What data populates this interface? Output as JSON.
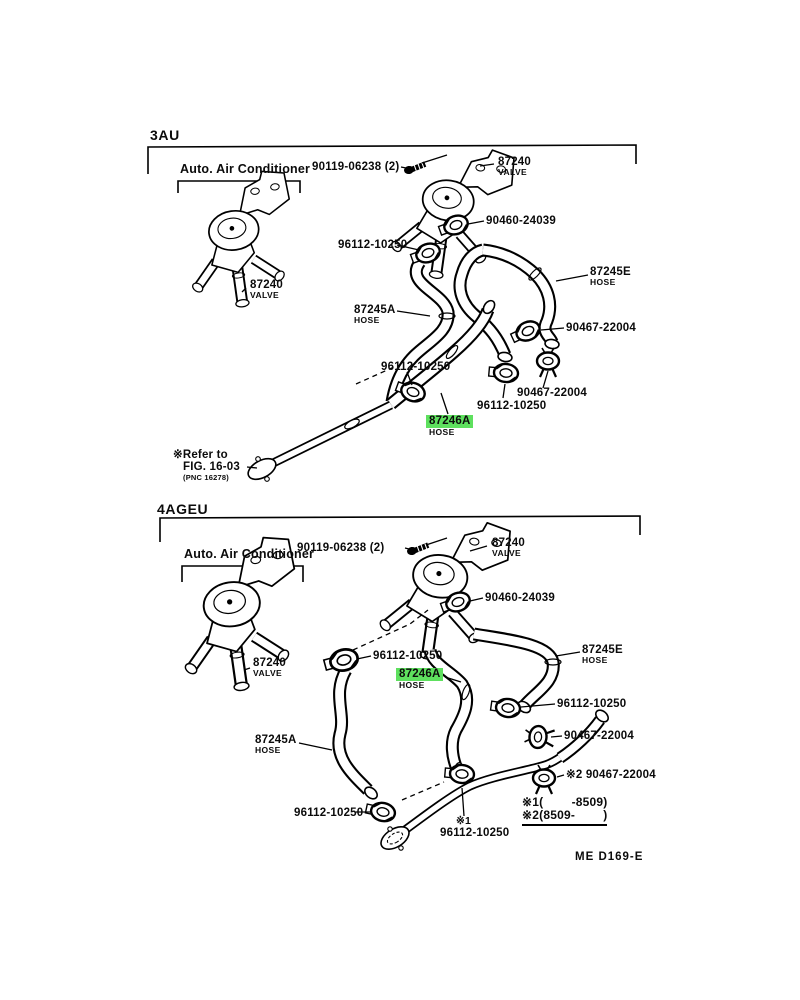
{
  "s3au": {
    "title": "3AU",
    "ac": "Auto. Air Conditioner",
    "bolt": "90119-06238 (2)",
    "valve_l": {
      "no": "87240",
      "sub": "VALVE"
    },
    "valve_r": {
      "no": "87240",
      "sub": "VALVE"
    },
    "clamp_90460": "90460-24039",
    "clamp_96112_top": "96112-10250",
    "hose_e": {
      "no": "87245E",
      "sub": "HOSE"
    },
    "hose_a": {
      "no": "87245A",
      "sub": "HOSE"
    },
    "clamp_90467_mid": "90467-22004",
    "clamp_96112_mid": "96112-10250",
    "clamp_90467_low": "90467-22004",
    "clamp_96112_low": "96112-10250",
    "hose_main": {
      "no": "87246A",
      "sub": "HOSE"
    },
    "refer": {
      "l1": "※Refer to",
      "l2": "FIG. 16-03",
      "l3": "(PNC 16278)"
    }
  },
  "s4ageu": {
    "title": "4AGEU",
    "ac": "Auto. Air Conditioner",
    "bolt": "90119-06238 (2)",
    "valve_l": {
      "no": "87240",
      "sub": "VALVE"
    },
    "valve_r": {
      "no": "87240",
      "sub": "VALVE"
    },
    "clamp_90460": "90460-24039",
    "clamp_96112_left": "96112-10250",
    "hose_main": {
      "no": "87246A",
      "sub": "HOSE"
    },
    "hose_e": {
      "no": "87245E",
      "sub": "HOSE"
    },
    "clamp_96112_right": "96112-10250",
    "clamp_90467_mid": "90467-22004",
    "clamp_90467_low": "※2 90467-22004",
    "hose_a": {
      "no": "87245A",
      "sub": "HOSE"
    },
    "clamp_96112_bottom": "96112-10250",
    "clamp_96112_star": {
      "l1": "※1",
      "l2": "96112-10250"
    },
    "notes": {
      "n1": "※1(        -8509)",
      "n2": "※2(8509-        )"
    }
  },
  "footer": {
    "code": "ME  D169-E"
  },
  "highlight": {
    "color": "#5ee05e",
    "part": "87246A"
  }
}
